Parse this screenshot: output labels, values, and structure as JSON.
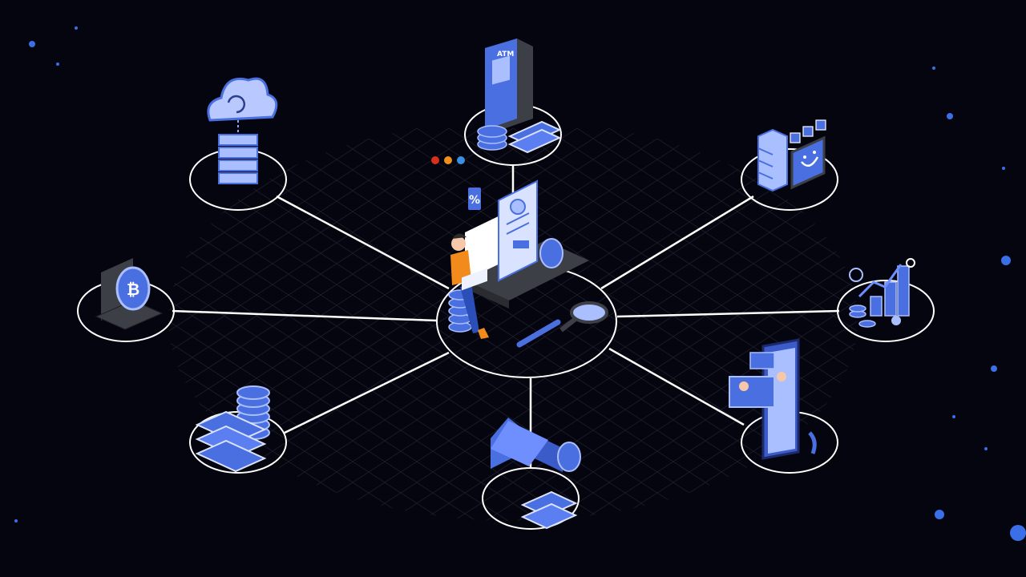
{
  "colors": {
    "background": "#05050f",
    "accent_blue": "#4a6fe0",
    "light_blue": "#aabfff",
    "dark_gray": "#3c3f45",
    "orange": "#f28b1c",
    "dot_red": "#d8301f",
    "dot_orange": "#f0901c",
    "dot_blue": "#3a8fe0",
    "line": "#ffffff"
  },
  "labels": {
    "atm": "ATM",
    "percent": "%"
  },
  "nodes": [
    {
      "name": "cloud-server-node",
      "icon": "cloud-sync-icon"
    },
    {
      "name": "atm-node",
      "icon": "atm-machine-icon"
    },
    {
      "name": "server-monitor-node",
      "icon": "server-monitor-icon"
    },
    {
      "name": "bitcoin-laptop-node",
      "icon": "bitcoin-laptop-icon"
    },
    {
      "name": "analytics-node",
      "icon": "growth-chart-icon"
    },
    {
      "name": "cash-stack-node",
      "icon": "money-stack-icon"
    },
    {
      "name": "house-node",
      "icon": "house-icon"
    },
    {
      "name": "video-call-node",
      "icon": "video-call-phone-icon"
    },
    {
      "name": "center-hub-node",
      "icon": "person-laptop-icon"
    }
  ]
}
